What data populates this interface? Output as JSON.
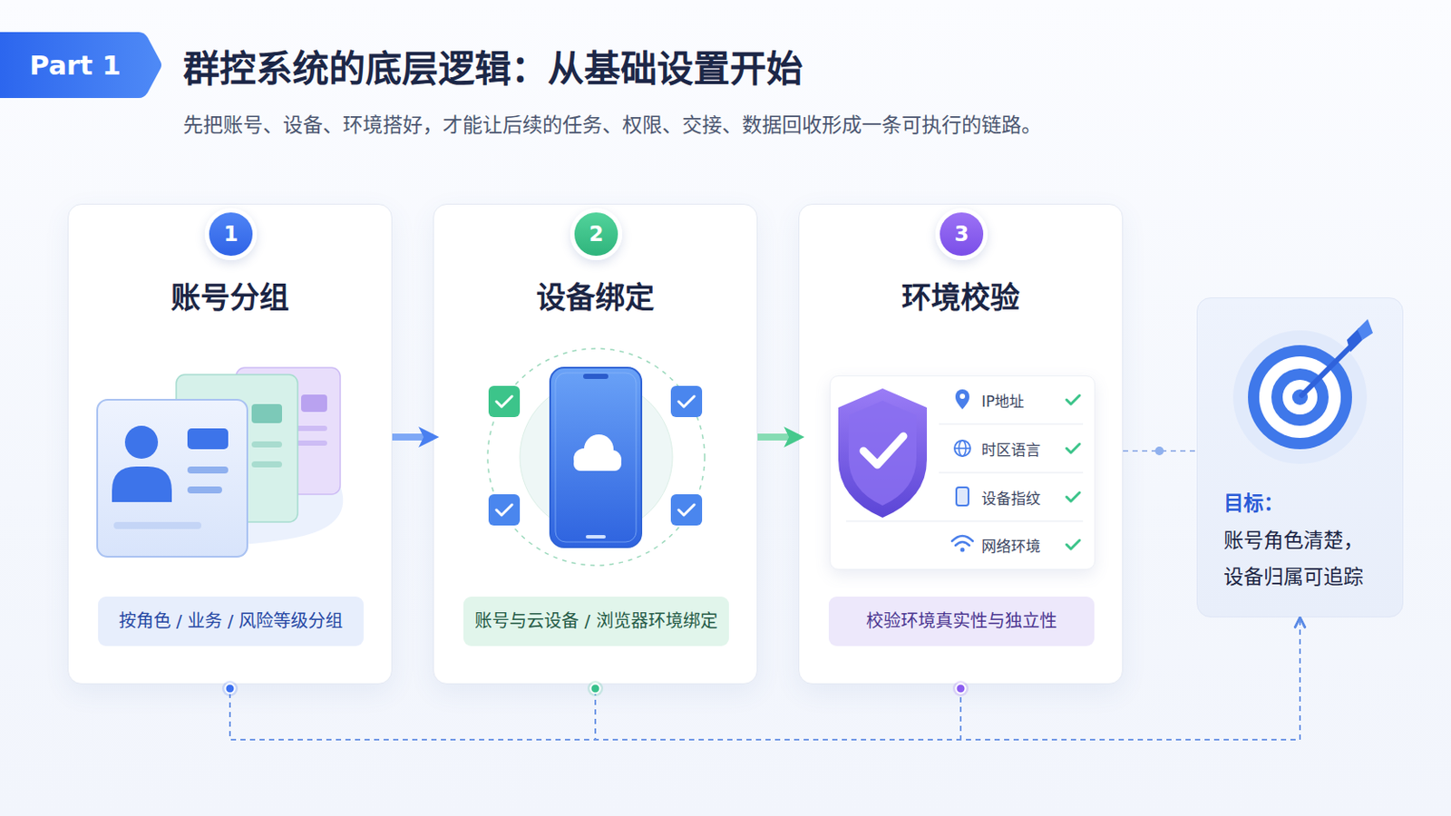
{
  "diagram": {
    "title": "群控系统的底层逻辑：从基础设置开始",
    "caption": "先把账号、设备、环境搭好，才能让后续的任务、权限、交接、数据回收形成一条可执行的链路。",
    "nodes": [
      {
        "text": [
          "Part 1"
        ]
      },
      {
        "text": [
          "账号分组"
        ]
      },
      {
        "text": [
          "1"
        ],
        "in": 1
      },
      {
        "text": [
          "按角色 / 业务 / 风险等级分组"
        ],
        "in": 1
      },
      {
        "text": [
          "设备绑定"
        ]
      },
      {
        "text": [
          "2"
        ],
        "in": 4
      },
      {
        "text": [
          "账号与云设备 / 浏览器环境绑定"
        ],
        "in": 4
      },
      {
        "text": [
          "环境校验"
        ]
      },
      {
        "text": [
          "3"
        ],
        "in": 7
      },
      {
        "text": [
          "IP地址",
          "时区语言",
          "设备指纹",
          "网络环境"
        ],
        "in": 7
      },
      {
        "text": [
          "校验环境真实性与独立性"
        ],
        "in": 7
      },
      {
        "text": [
          "目标：",
          "账号角色清楚， 设备归属可追踪"
        ]
      }
    ],
    "edges": [
      {
        "from": 1,
        "to": 4,
        "arrow": "to"
      },
      {
        "from": 4,
        "to": 7,
        "arrow": "to"
      },
      {
        "from": 7,
        "to": 11,
        "arrow": "none"
      },
      {
        "from": 1,
        "to": 11,
        "arrow": "to"
      },
      {
        "from": 4,
        "to": 11,
        "arrow": "to"
      },
      {
        "from": 7,
        "to": 11,
        "arrow": "to"
      }
    ]
  }
}
